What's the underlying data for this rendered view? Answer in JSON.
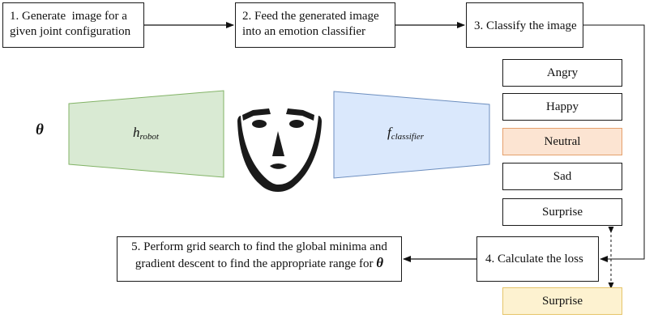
{
  "steps": {
    "step1": {
      "line1": "1. Generate  image for a",
      "line2": "given joint configuration"
    },
    "step2": {
      "line1": "2. Feed the generated image",
      "line2": "into an emotion classifier"
    },
    "step3": {
      "text": "3. Classify the image"
    },
    "step4": {
      "text": "4. Calculate the loss"
    },
    "step5": {
      "line1": "5. Perform grid search to find the global minima and",
      "line2": "gradient descent to find the appropriate range for ",
      "symbol": "θ"
    }
  },
  "input_symbol": "θ",
  "robot_model": {
    "main": "h",
    "sub": "robot",
    "color": "#d9ead3",
    "stroke": "#82b366"
  },
  "classifier_model": {
    "main": "f",
    "sub": "classifier",
    "color": "#dae8fc",
    "stroke": "#6c8ebf"
  },
  "emotion_classes": [
    {
      "label": "Angry",
      "selected": false
    },
    {
      "label": "Happy",
      "selected": false
    },
    {
      "label": "Neutral",
      "selected": true
    },
    {
      "label": "Sad",
      "selected": false
    },
    {
      "label": "Surprise",
      "selected": false
    }
  ],
  "target_label": "Surprise",
  "colors": {
    "selected_fill": "#fce4d2",
    "selected_stroke": "#e5a06c",
    "target_fill": "#fdf2d0",
    "target_stroke": "#e6c56a"
  }
}
